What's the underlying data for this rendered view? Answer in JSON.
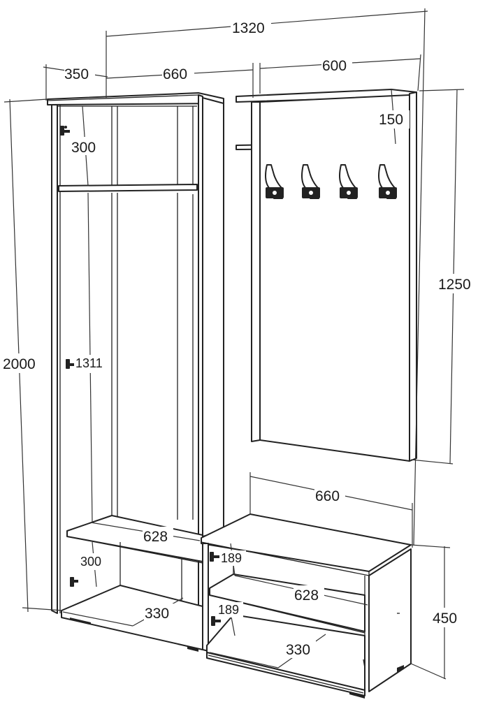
{
  "dimensions": {
    "total_width": "1320",
    "depth": "350",
    "wardrobe_width": "660",
    "hanger_width": "600",
    "total_height": "2000",
    "upper_shelf_gap": "300",
    "hanger_shelf_gap": "150",
    "hanger_height": "1250",
    "rail_height": "1311",
    "lower_shelf_width": "628",
    "lower_shelf_gap": "300",
    "bottom_depth": "330",
    "bench_width": "660",
    "bench_shelf_gap_1": "189",
    "bench_shelf_width": "628",
    "bench_shelf_gap_2": "189",
    "bench_depth": "330",
    "bench_height": "450"
  }
}
